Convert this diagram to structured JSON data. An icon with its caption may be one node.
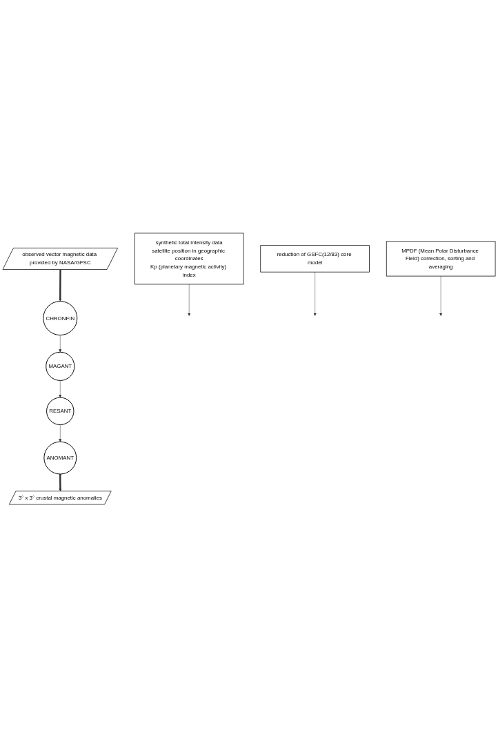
{
  "diagram": {
    "nodes": [
      {
        "text": [
          "CHRONFIN"
        ]
      },
      {
        "text": [
          "observed vector magnetic data provided by NASA/GFSC"
        ]
      },
      {
        "text": [
          "synthetic total intensity data",
          "satellite position in geographic coordinates",
          "Kp (planetary magnetic activity) index"
        ]
      },
      {
        "text": [
          "MAGANT"
        ]
      },
      {
        "text": [
          "reduction of GSFC(12/83) core model"
        ]
      },
      {
        "text": [
          "RESANT"
        ]
      },
      {
        "text": [
          "MPDF (Mean Polar Disturbance Field) correction, sorting and averaging"
        ]
      },
      {
        "text": [
          "ANOMANT"
        ]
      },
      {
        "text": [
          "3° x 3° crustal magnetic anomalies"
        ]
      }
    ],
    "edges": [
      {
        "from": 1,
        "to": 0,
        "arrow": "to",
        "style": "thick"
      },
      {
        "from": 0,
        "to": 3,
        "arrow": "to"
      },
      {
        "from": 2,
        "to": null,
        "arrow": "to"
      },
      {
        "from": 3,
        "to": 5,
        "arrow": "to"
      },
      {
        "from": 4,
        "to": null,
        "arrow": "to"
      },
      {
        "from": 5,
        "to": 7,
        "arrow": "to"
      },
      {
        "from": 6,
        "to": null,
        "arrow": "to"
      },
      {
        "from": 7,
        "to": 8,
        "arrow": "to",
        "style": "thick"
      }
    ]
  }
}
